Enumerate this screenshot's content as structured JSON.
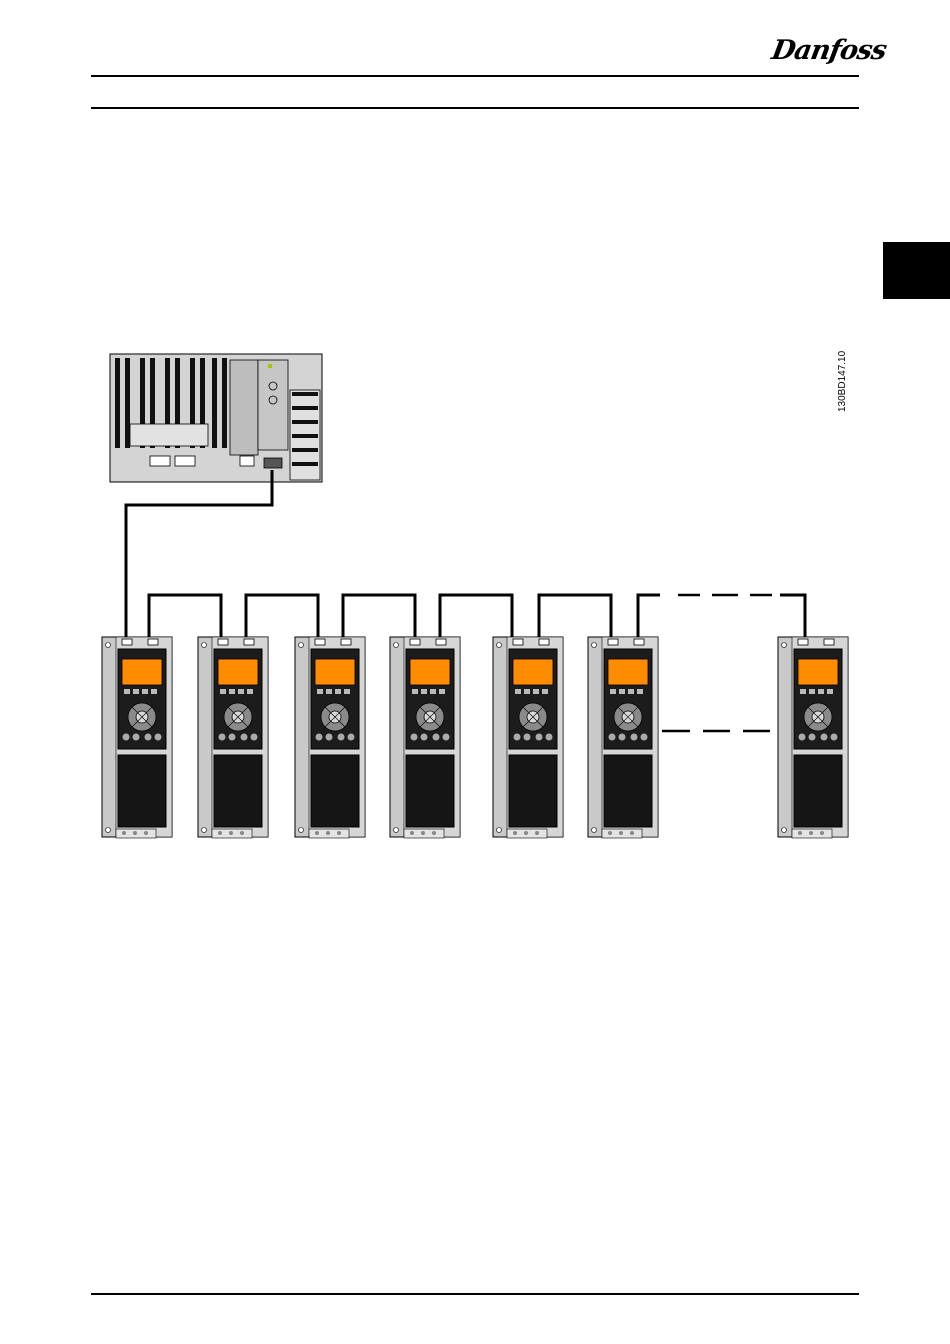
{
  "header": {
    "brand": "Danfoss"
  },
  "diagram": {
    "drawing_id": "130BD147.10",
    "controller": "plc-icon",
    "drive_count_shown": 7,
    "drive_icon": "frequency-converter-icon",
    "link_style": {
      "cable_color": "#000000",
      "display_color": "#ff8c00",
      "housing_color": "#c8c8c8"
    }
  }
}
